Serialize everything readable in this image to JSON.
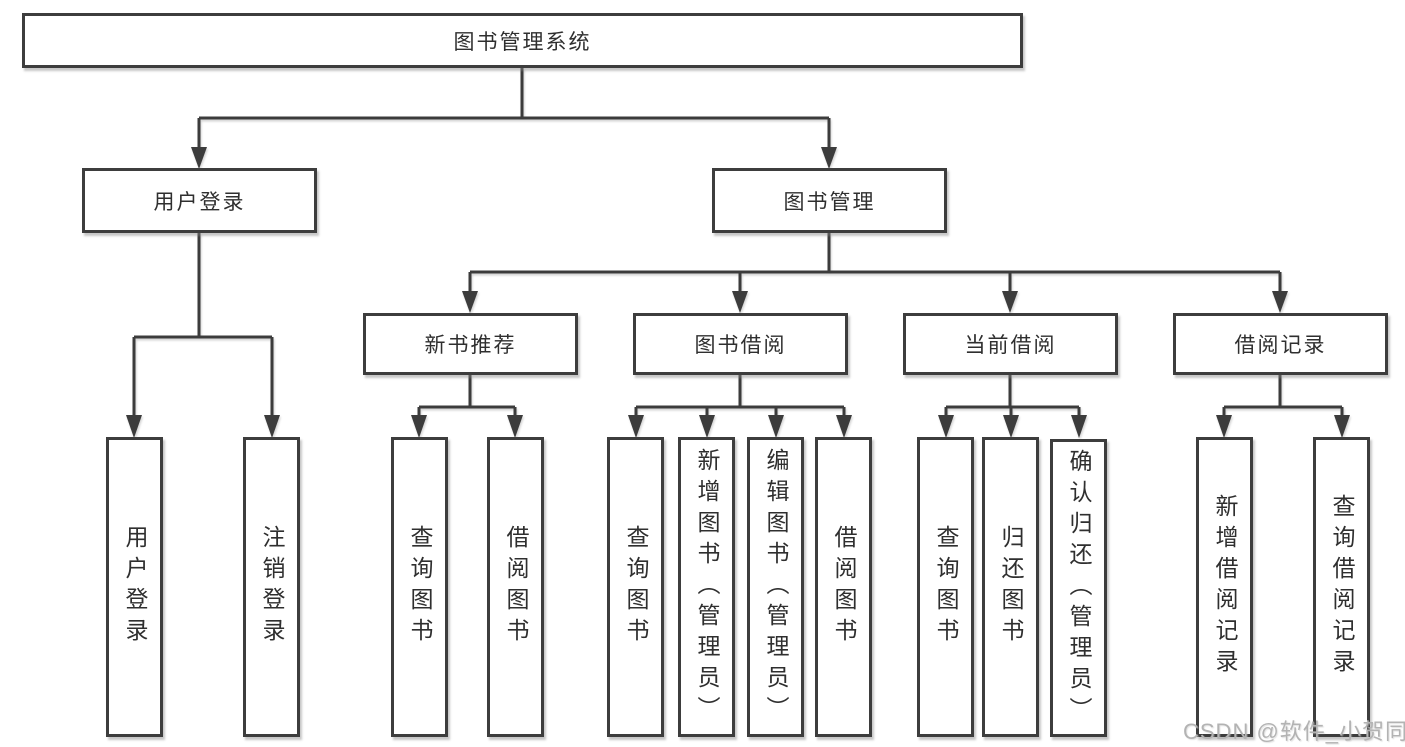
{
  "colors": {
    "background": "#ffffff",
    "line": "#3c3c3c",
    "box_border": "#3d3d3d",
    "text": "#2f2f2f",
    "watermark": "#b3b3b3"
  },
  "tree": {
    "root": {
      "label": "图书管理系统",
      "children": [
        {
          "label": "用户登录",
          "children": [
            {
              "label": "用户登录"
            },
            {
              "label": "注销登录"
            }
          ]
        },
        {
          "label": "图书管理",
          "children": [
            {
              "label": "新书推荐",
              "children": [
                {
                  "label": "查询图书"
                },
                {
                  "label": "借阅图书"
                }
              ]
            },
            {
              "label": "图书借阅",
              "children": [
                {
                  "label": "查询图书"
                },
                {
                  "label": "新增图书（管理员）"
                },
                {
                  "label": "编辑图书（管理员）"
                },
                {
                  "label": "借阅图书"
                }
              ]
            },
            {
              "label": "当前借阅",
              "children": [
                {
                  "label": "查询图书"
                },
                {
                  "label": "归还图书"
                },
                {
                  "label": "确认归还（管理员）"
                }
              ]
            },
            {
              "label": "借阅记录",
              "children": [
                {
                  "label": "新增借阅记录"
                },
                {
                  "label": "查询借阅记录"
                }
              ]
            }
          ]
        }
      ]
    }
  },
  "watermark": {
    "text": "CSDN @软件_小贺同学"
  }
}
